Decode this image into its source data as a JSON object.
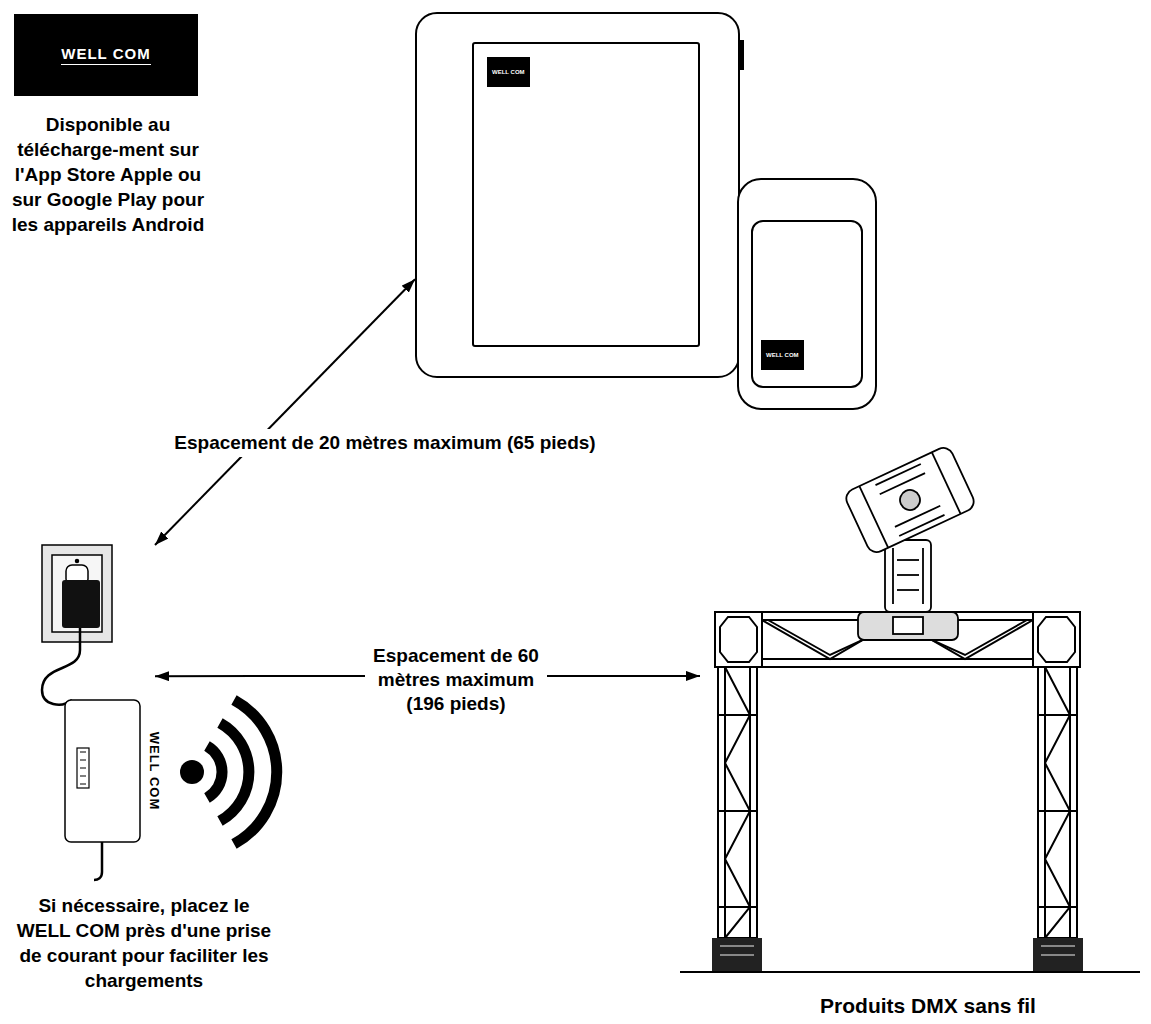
{
  "diagram": {
    "nodes": [
      {
        "text": [
          "WELL COM"
        ]
      },
      {
        "text": [
          "WELL COM"
        ]
      },
      {
        "text": [
          "WELL COM"
        ]
      },
      {
        "text": [
          "WELL COM"
        ]
      },
      {
        "text": [
          "Produits DMX sans fil"
        ]
      }
    ],
    "edges": [
      {
        "from": 3,
        "to": 1,
        "arrow": "both",
        "label": "Espacement de 20 mètres maximum (65 pieds)"
      },
      {
        "from": 3,
        "to": 4,
        "arrow": "both",
        "label": "Espacement de 60 mètres maximum (196 pieds)"
      }
    ],
    "labels": [
      "Disponible au télécharge-ment sur l'App Store Apple ou sur Google Play pour les appareils Android",
      "Si nécessaire, placez le WELL COM près d'une prise de courant pour faciliter les chargements"
    ]
  }
}
